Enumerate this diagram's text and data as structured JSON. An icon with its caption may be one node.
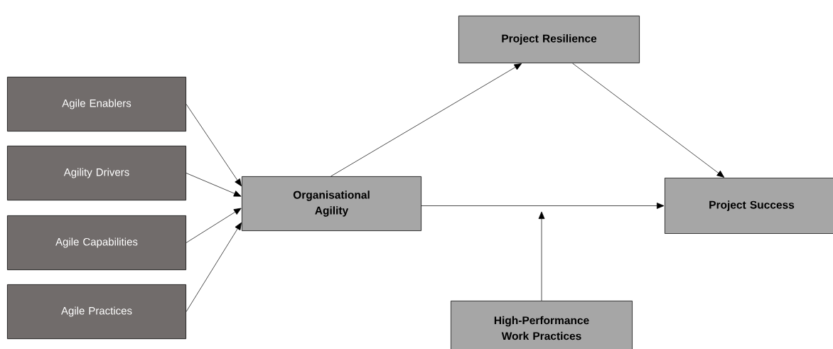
{
  "diagram": {
    "nodes": [
      {
        "text": [
          "Agile Enablers"
        ]
      },
      {
        "text": [
          "Agility Drivers"
        ]
      },
      {
        "text": [
          "Agile Capabilities"
        ]
      },
      {
        "text": [
          "Agile Practices"
        ]
      },
      {
        "text": [
          "Organisational Agility"
        ]
      },
      {
        "text": [
          "Project Resilience"
        ]
      },
      {
        "text": [
          "Project Success"
        ]
      },
      {
        "text": [
          "High-Performance Work Practices"
        ]
      }
    ],
    "edges": [
      {
        "from": 0,
        "to": 4,
        "arrow": "to"
      },
      {
        "from": 1,
        "to": 4,
        "arrow": "to"
      },
      {
        "from": 2,
        "to": 4,
        "arrow": "to"
      },
      {
        "from": 3,
        "to": 4,
        "arrow": "to"
      },
      {
        "from": 4,
        "to": 5,
        "arrow": "to"
      },
      {
        "from": 5,
        "to": 6,
        "arrow": "to"
      },
      {
        "from": 4,
        "to": 6,
        "arrow": "to"
      },
      {
        "from": 7,
        "to": null,
        "arrow": "to"
      }
    ]
  }
}
